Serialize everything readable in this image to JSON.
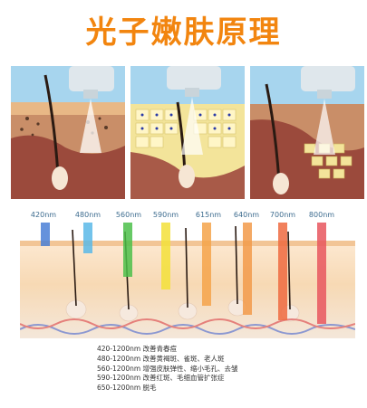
{
  "title": "光子嫩肤原理",
  "wavelengths": [
    {
      "label": "420nm",
      "color": "#4a7fd6"
    },
    {
      "label": "480nm",
      "color": "#5ab9e8"
    },
    {
      "label": "560nm",
      "color": "#4cbf4a"
    },
    {
      "label": "590nm",
      "color": "#f3e03a"
    },
    {
      "label": "615nm",
      "color": "#f5a34a"
    },
    {
      "label": "640nm",
      "color": "#f29a4a"
    },
    {
      "label": "700nm",
      "color": "#ee6a40"
    },
    {
      "label": "800nm",
      "color": "#e8565e"
    }
  ],
  "legend": [
    "420-1200nm 改善青春痘",
    "480-1200nm 改善黄褐斑、雀斑、老人斑",
    "560-1200nm 增强皮肤弹性、缩小毛孔、去皱",
    "590-1200nm 改善红斑、毛细血管扩张症",
    "650-1200nm 脱毛"
  ],
  "colors": {
    "title": "#f2850f",
    "skin": "#f7d9b4",
    "dermis": "#9b4a3c",
    "panel_bg": "#a7d5ee"
  }
}
